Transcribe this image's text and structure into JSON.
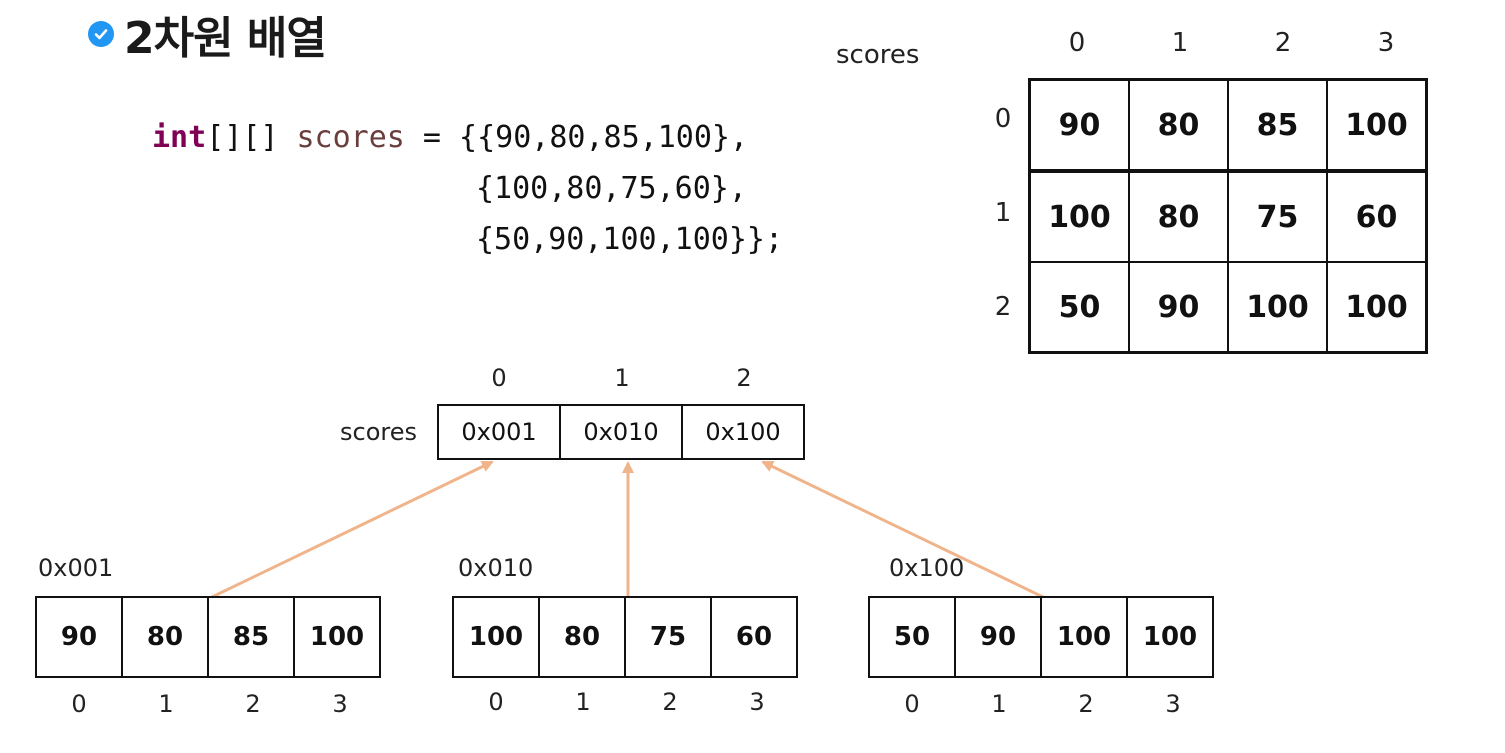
{
  "title": "2차원 배열",
  "code": {
    "keyword": "int",
    "brackets": "[][]",
    "var_name": "scores",
    "line1_rest": " = {{90,80,85,100},",
    "line2": "{100,80,75,60},",
    "line3": "{50,90,100,100}};"
  },
  "matrix": {
    "label": "scores",
    "col_indices": [
      "0",
      "1",
      "2",
      "3"
    ],
    "row_indices": [
      "0",
      "1",
      "2"
    ],
    "rows": [
      [
        "90",
        "80",
        "85",
        "100"
      ],
      [
        "100",
        "80",
        "75",
        "60"
      ],
      [
        "50",
        "90",
        "100",
        "100"
      ]
    ]
  },
  "ref_array": {
    "label": "scores",
    "indices": [
      "0",
      "1",
      "2"
    ],
    "cells": [
      "0x001",
      "0x010",
      "0x100"
    ]
  },
  "sub_arrays": [
    {
      "address": "0x001",
      "values": [
        "90",
        "80",
        "85",
        "100"
      ],
      "indices": [
        "0",
        "1",
        "2",
        "3"
      ]
    },
    {
      "address": "0x010",
      "values": [
        "100",
        "80",
        "75",
        "60"
      ],
      "indices": [
        "0",
        "1",
        "2",
        "3"
      ]
    },
    {
      "address": "0x100",
      "values": [
        "50",
        "90",
        "100",
        "100"
      ],
      "indices": [
        "0",
        "1",
        "2",
        "3"
      ]
    }
  ],
  "colors": {
    "accent_icon": "#2196f3",
    "arrow": "#f0b48a",
    "keyword": "#7f0055",
    "identifier": "#6a3e3e"
  },
  "icons": {
    "title_icon": "check-circle-icon"
  }
}
